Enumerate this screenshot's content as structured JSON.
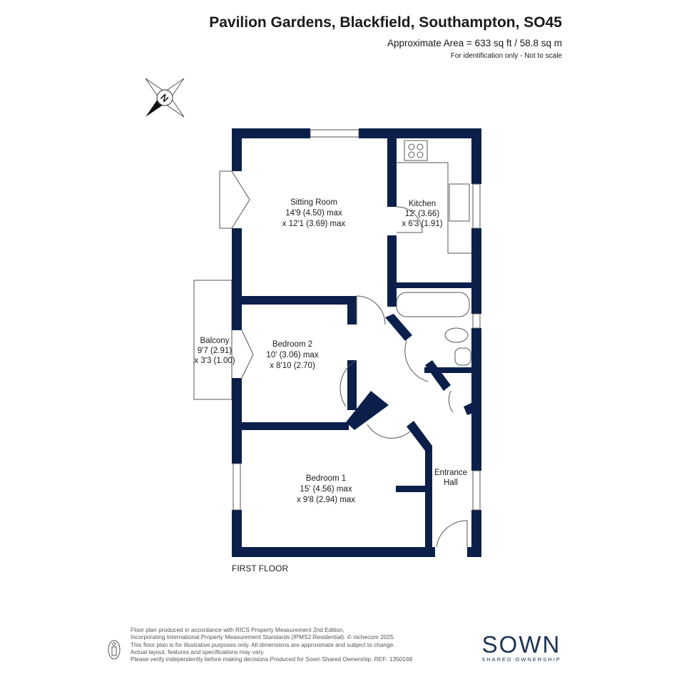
{
  "header": {
    "title": "Pavilion Gardens, Blackfield, Southampton, SO45",
    "area": "Approximate Area = 633 sq ft / 58.8 sq m",
    "note": "For identification only - Not to scale"
  },
  "compass": {
    "label": "N"
  },
  "rooms": {
    "sitting": {
      "name": "Sitting Room",
      "dim1": "14'9 (4.50) max",
      "dim2": "x 12'1 (3.69) max"
    },
    "kitchen": {
      "name": "Kitchen",
      "dim1": "12' (3.66)",
      "dim2": "x 6'3 (1.91)"
    },
    "balcony": {
      "name": "Balcony",
      "dim1": "9'7 (2.91)",
      "dim2": "x 3'3 (1.00)"
    },
    "bedroom2": {
      "name": "Bedroom 2",
      "dim1": "10' (3.06) max",
      "dim2": "x 8'10 (2.70)"
    },
    "bedroom1": {
      "name": "Bedroom 1",
      "dim1": "15' (4.56) max",
      "dim2": "x 9'8 (2.94) max"
    },
    "hall": {
      "name": "Entrance",
      "name2": "Hall"
    }
  },
  "floor_label": "FIRST FLOOR",
  "footer": {
    "lines": [
      "Floor plan produced in accordance with RICS Property Measurement 2nd Edition,",
      "Incorporating International Property Measurement Standards (IPMS2 Residential).   © nichecom 2025.",
      "This floor plan is for illustrative purposes only. All dimensions are approximate and subject to change.",
      "Actual layout, features and specifications may vary.",
      "Please verify independently before making decisions.Produced for Sown Shared Ownership.   REF:  1350168"
    ]
  },
  "logo": {
    "name": "SOWN",
    "tagline": "SHARED OWNERSHIP"
  },
  "colors": {
    "wall": "#0b1f4a",
    "logo": "#1d3354"
  }
}
